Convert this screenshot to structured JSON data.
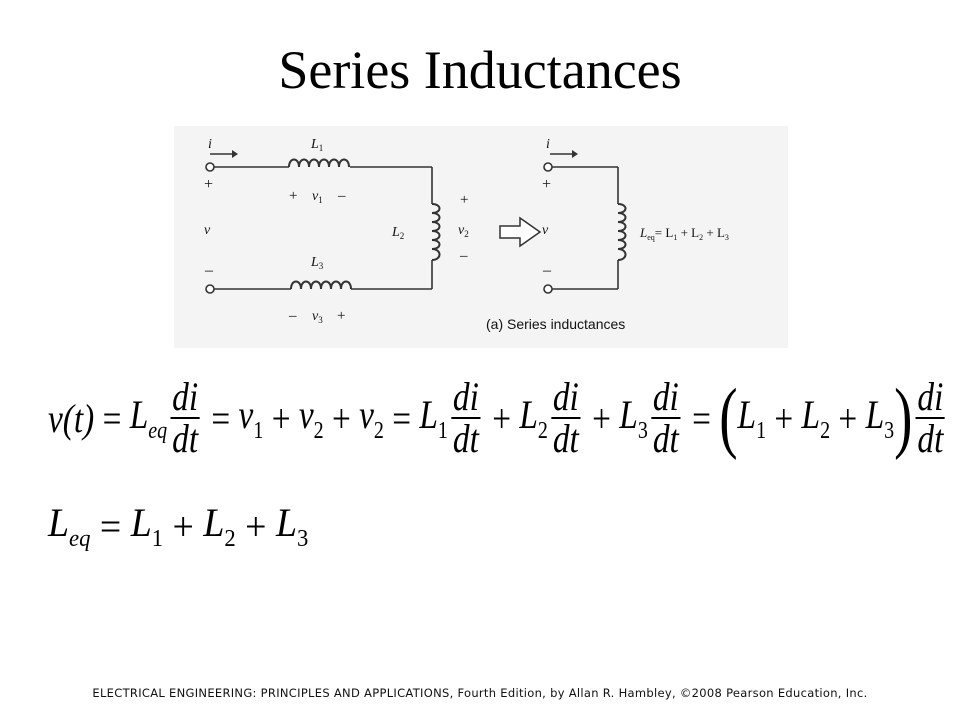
{
  "slide": {
    "title": "Series Inductances",
    "footer": "ELECTRICAL ENGINEERING: PRINCIPLES AND APPLICATIONS, Fourth Edition, by Allan R. Hambley, ©2008 Pearson Education, Inc."
  },
  "figure": {
    "left_current": "i",
    "left_plus": "+",
    "left_voltage": "v",
    "left_minus": "–",
    "l1_label": "L",
    "l1_sub": "1",
    "v1_plus": "+",
    "v1_label": "v",
    "v1_sub": "1",
    "v1_minus": "–",
    "l2_label": "L",
    "l2_sub": "2",
    "v2_plus": "+",
    "v2_label": "v",
    "v2_sub": "2",
    "v2_minus": "–",
    "l3_label": "L",
    "l3_sub": "3",
    "v3_minus": "–",
    "v3_label": "v",
    "v3_sub": "3",
    "v3_plus": "+",
    "right_current": "i",
    "right_plus": "+",
    "right_voltage": "v",
    "right_minus": "–",
    "leq_label": "L",
    "leq_sub": "eq",
    "leq_rhs": "= L",
    "leq_rhs_sub1": "1",
    "leq_rhs_plus1": " + L",
    "leq_rhs_sub2": "2",
    "leq_rhs_plus2": " + L",
    "leq_rhs_sub3": "3",
    "caption": "(a) Series inductances"
  },
  "equation1": {
    "lhs": "v(t)",
    "equals": "=",
    "plus": "+",
    "L": "L",
    "v": "v",
    "eq_sub": "eq",
    "s1": "1",
    "s2": "2",
    "s3": "3",
    "num": "di",
    "den": "dt",
    "open_paren": "(",
    "close_paren": ")"
  },
  "equation2": {
    "L": "L",
    "eq_sub": "eq",
    "equals": "=",
    "plus": "+",
    "s1": "1",
    "s2": "2",
    "s3": "3"
  }
}
